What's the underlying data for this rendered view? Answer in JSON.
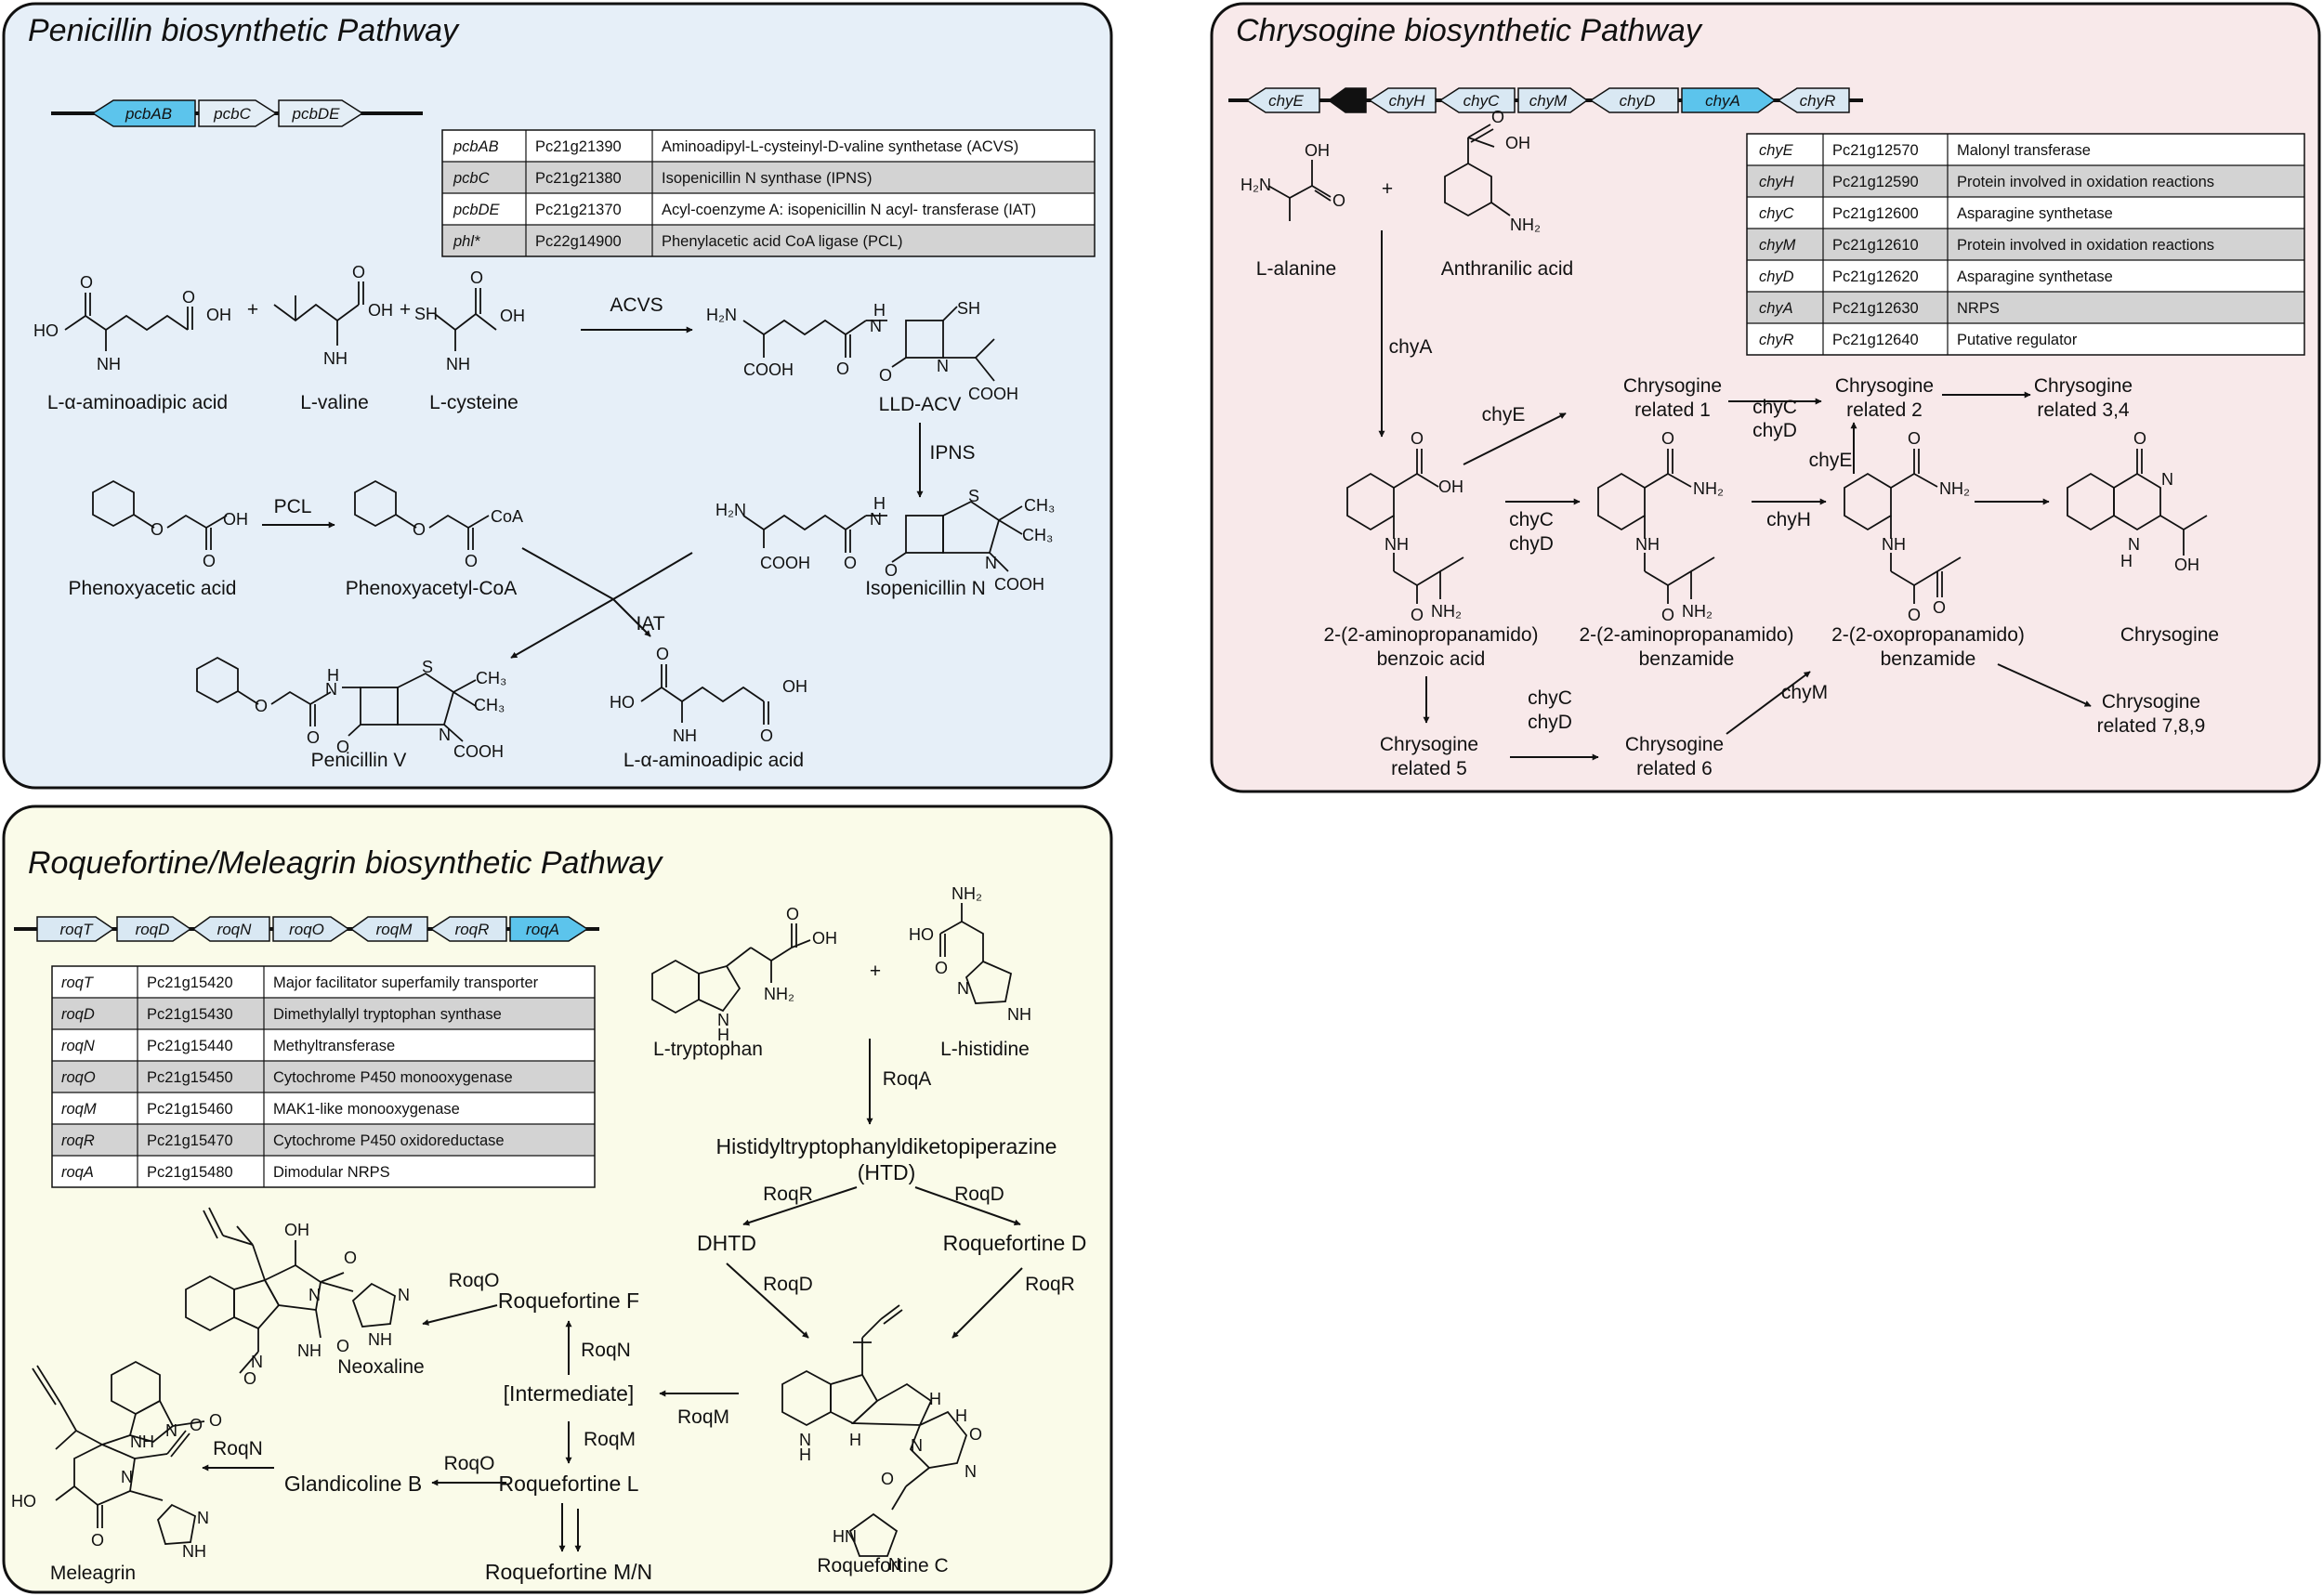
{
  "panels": {
    "penicillin": {
      "title": "Penicillin biosynthetic Pathway",
      "bg": "#e6eff8",
      "genes": [
        "pcbAB",
        "pcbC",
        "pcbDE"
      ],
      "table": [
        [
          "pcbAB",
          "Pc21g21390",
          "Aminoadipyl-L-cysteinyl-D-valine synthetase (ACVS)"
        ],
        [
          "pcbC",
          "Pc21g21380",
          "Isopenicillin N synthase (IPNS)"
        ],
        [
          "pcbDE",
          "Pc21g21370",
          "Acyl-coenzyme A: isopenicillin N acyl- transferase (IAT)"
        ],
        [
          "phl*",
          "Pc22g14900",
          "Phenylacetic acid CoA ligase (PCL)"
        ]
      ],
      "compounds": {
        "aad": "L-α-aminoadipic acid",
        "val": "L-valine",
        "cys": "L-cysteine",
        "acv": "LLD-ACV",
        "ipn": "Isopenicillin N",
        "poa": "Phenoxyacetic acid",
        "pcoa": "Phenoxyacetyl-CoA",
        "penv": "Penicillin V",
        "aad2": "L-α-aminoadipic acid"
      },
      "enzymes": {
        "acvs": "ACVS",
        "ipns": "IPNS",
        "pcl": "PCL",
        "iat": "IAT"
      }
    },
    "chrysogine": {
      "title": "Chrysogine biosynthetic Pathway",
      "bg": "#f8e9ea",
      "genes": [
        "chyE",
        "chyH",
        "chyC",
        "chyM",
        "chyD",
        "chyA",
        "chyR"
      ],
      "table": [
        [
          "chyE",
          "Pc21g12570",
          "Malonyl transferase"
        ],
        [
          "chyH",
          "Pc21g12590",
          "Protein involved in oxidation reactions"
        ],
        [
          "chyC",
          "Pc21g12600",
          "Asparagine synthetase"
        ],
        [
          "chyM",
          "Pc21g12610",
          "Protein involved in oxidation reactions"
        ],
        [
          "chyD",
          "Pc21g12620",
          "Asparagine synthetase"
        ],
        [
          "chyA",
          "Pc21g12630",
          "NRPS"
        ],
        [
          "chyR",
          "Pc21g12640",
          "Putative regulator"
        ]
      ],
      "compounds": {
        "ala": "L-alanine",
        "anth": "Anthranilic acid",
        "c1a": "2-(2-aminopropanamido)",
        "c1b": "benzoic acid",
        "c2a": "2-(2-aminopropanamido)",
        "c2b": "benzamide",
        "c3a": "2-(2-oxopropanamido)",
        "c3b": "benzamide",
        "chrys": "Chrysogine",
        "r1a": "Chrysogine",
        "r1b": "related 1",
        "r2a": "Chrysogine",
        "r2b": "related 2",
        "r34a": "Chrysogine",
        "r34b": "related 3,4",
        "r5a": "Chrysogine",
        "r5b": "related 5",
        "r6a": "Chrysogine",
        "r6b": "related 6",
        "r789a": "Chrysogine",
        "r789b": "related 7,8,9"
      },
      "enzymes": {
        "chyA": "chyA",
        "chyE": "chyE",
        "chyE2": "chyE",
        "chyC1": "chyC",
        "chyD1": "chyD",
        "chyC2": "chyC",
        "chyD2": "chyD",
        "chyC3": "chyC",
        "chyD3": "chyD",
        "chyH": "chyH",
        "chyM": "chyM"
      }
    },
    "roquefortine": {
      "title": "Roquefortine/Meleagrin biosynthetic Pathway",
      "bg": "#fafbe9",
      "genes": [
        "roqT",
        "roqD",
        "roqN",
        "roqO",
        "roqM",
        "roqR",
        "roqA"
      ],
      "table": [
        [
          "roqT",
          "Pc21g15420",
          "Major facilitator superfamily transporter"
        ],
        [
          "roqD",
          "Pc21g15430",
          "Dimethylallyl tryptophan synthase"
        ],
        [
          "roqN",
          "Pc21g15440",
          "Methyltransferase"
        ],
        [
          "roqO",
          "Pc21g15450",
          "Cytochrome P450 monooxygenase"
        ],
        [
          "roqM",
          "Pc21g15460",
          "MAK1-like monooxygenase"
        ],
        [
          "roqR",
          "Pc21g15470",
          "Cytochrome P450 oxidoreductase"
        ],
        [
          "roqA",
          "Pc21g15480",
          "Dimodular NRPS"
        ]
      ],
      "compounds": {
        "trp": "L-tryptophan",
        "his": "L-histidine",
        "htd1": "Histidyltryptophanyldiketopiperazine",
        "htd2": "(HTD)",
        "dhtd": "DHTD",
        "roqDc": "Roquefortine D",
        "roqC": "Roquefortine C",
        "roqF": "Roquefortine F",
        "inter": "[Intermediate]",
        "roqL": "Roquefortine L",
        "roqMN": "Roquefortine M/N",
        "glan": "Glandicoline B",
        "neox": "Neoxaline",
        "mele": "Meleagrin"
      },
      "enzymes": {
        "roqA": "RoqA",
        "roqR1": "RoqR",
        "roqD1": "RoqD",
        "roqD2": "RoqD",
        "roqR2": "RoqR",
        "roqO1": "RoqO",
        "roqN1": "RoqN",
        "roqM": "RoqM",
        "roqM2": "RoqM",
        "roqO2": "RoqO",
        "roqN2": "RoqN"
      }
    }
  },
  "colors": {
    "gene_fill": "#d9e8f3",
    "gene_highlight": "#5cc4ec",
    "table_row_alt": "#d3d3d3",
    "panel_border": "#111111"
  }
}
